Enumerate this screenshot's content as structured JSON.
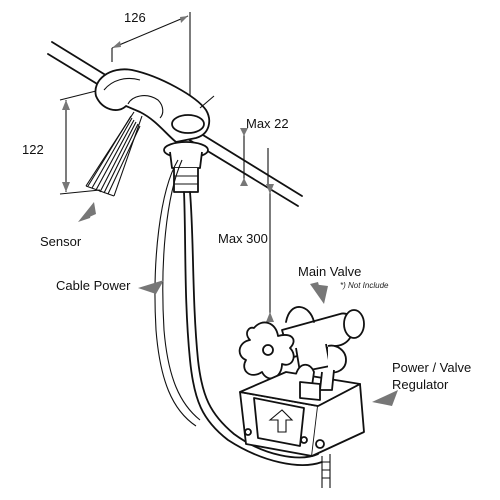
{
  "dimensions": {
    "width_126": "126",
    "height_122": "122",
    "max_22": "Max 22",
    "max_300": "Max 300"
  },
  "labels": {
    "sensor": "Sensor",
    "cable_power": "Cable Power",
    "main_valve": "Main Valve",
    "not_include": "*) Not Include",
    "power_valve_line1": "Power / Valve",
    "power_valve_line2": "Regulator"
  },
  "colors": {
    "line": "#111111",
    "arrow": "#777777",
    "background": "#ffffff"
  }
}
